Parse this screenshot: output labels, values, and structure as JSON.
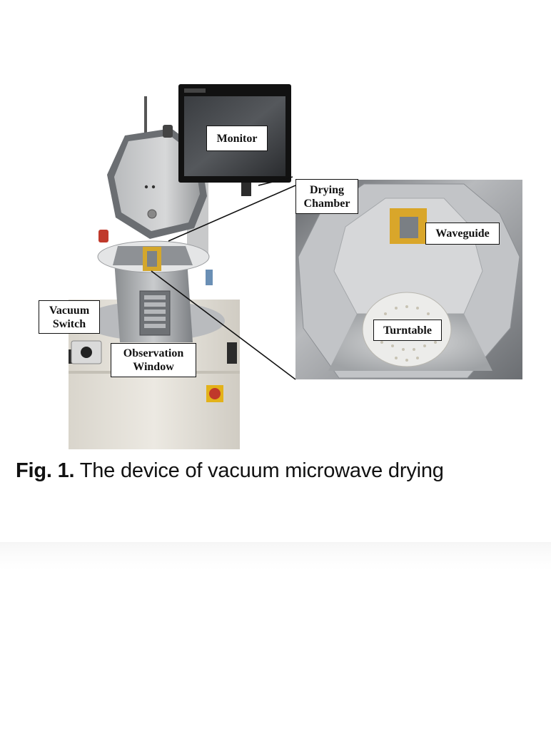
{
  "figure": {
    "labels": {
      "monitor": "Monitor",
      "drying_chamber_line1": "Drying",
      "drying_chamber_line2": "Chamber",
      "waveguide": "Waveguide",
      "turntable": "Turntable",
      "vacuum_switch_line1": "Vacuum",
      "vacuum_switch_line2": "Switch",
      "observation_window_line1": "Observation",
      "observation_window_line2": "Window"
    },
    "caption": {
      "prefix": "Fig. 1.",
      "text": "The device of vacuum microwave drying"
    }
  }
}
